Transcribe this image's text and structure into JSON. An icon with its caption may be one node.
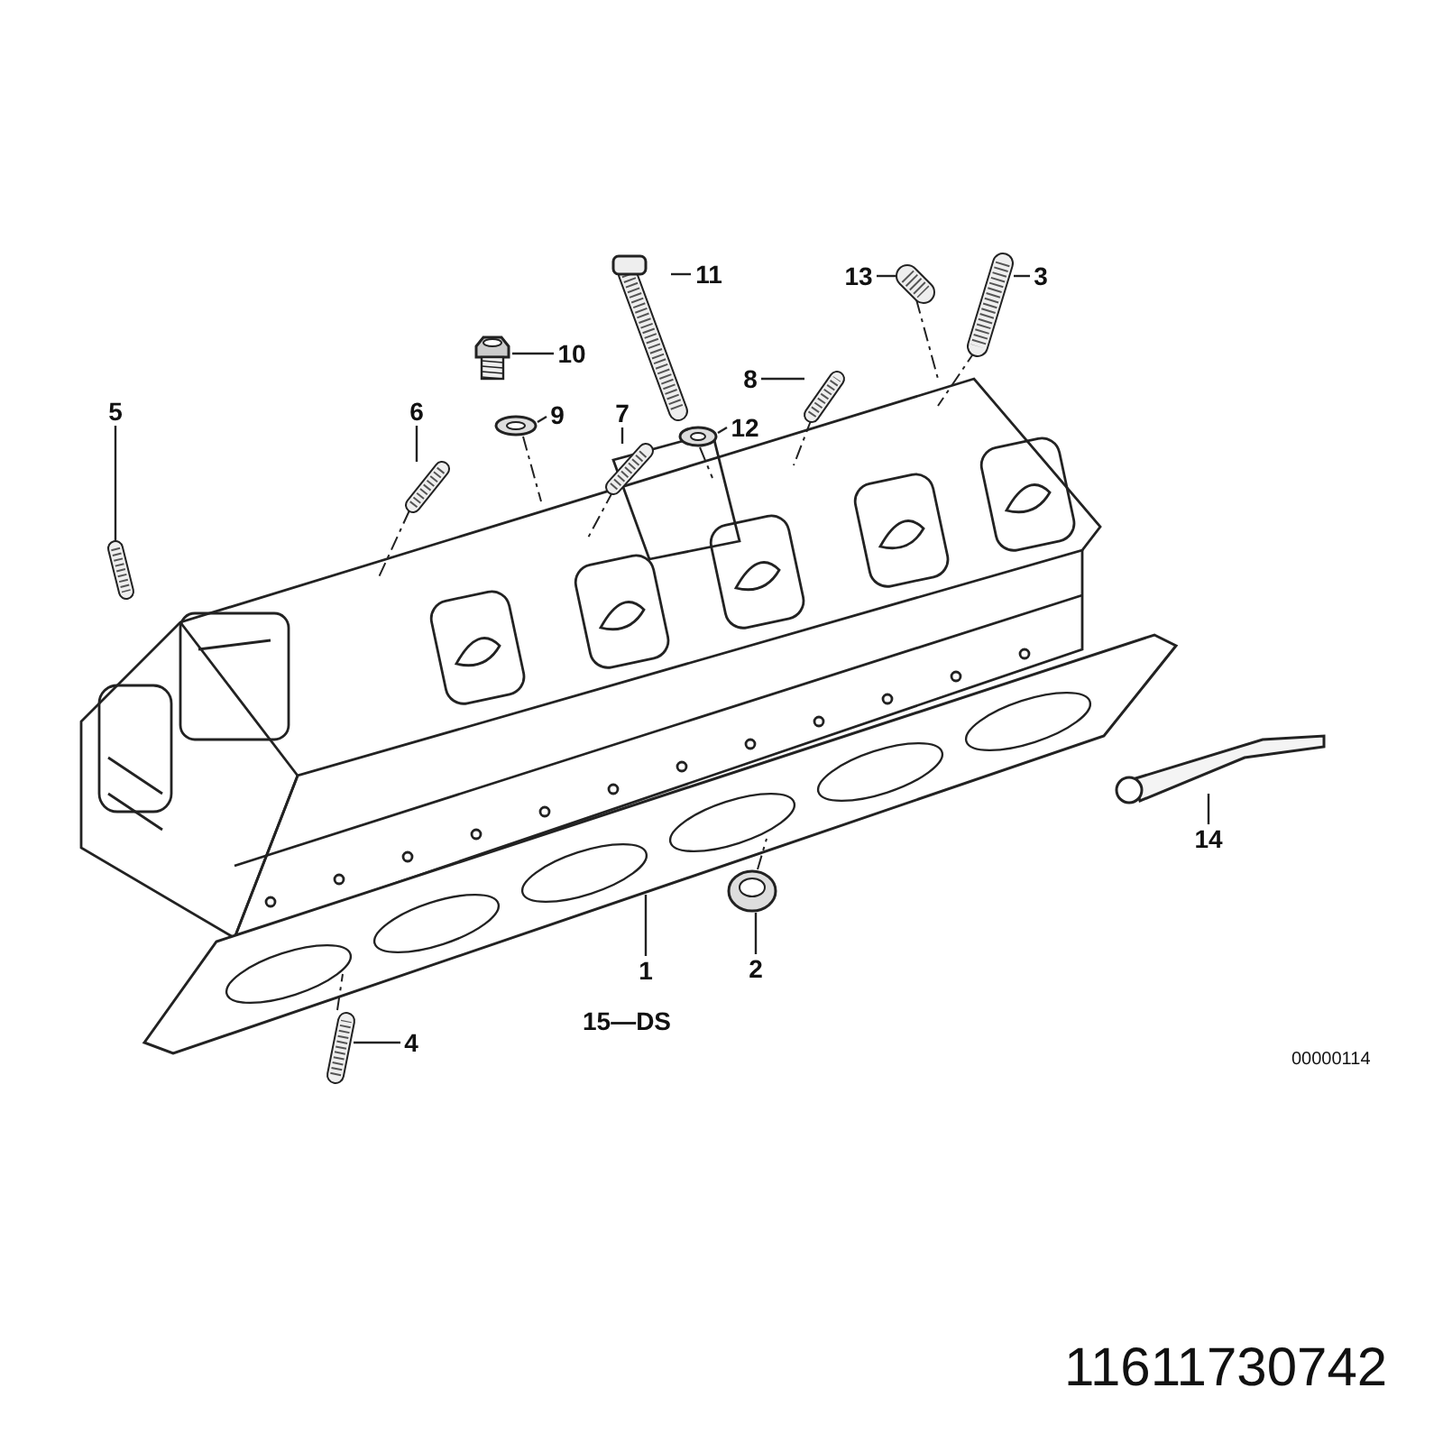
{
  "diagram": {
    "nodes": [
      {
        "text": [
          "11"
        ]
      },
      {
        "text": [
          "13"
        ]
      },
      {
        "text": [
          "3"
        ]
      },
      {
        "text": [
          "10"
        ]
      },
      {
        "text": [
          "8"
        ]
      },
      {
        "text": [
          "5"
        ]
      },
      {
        "text": [
          "6"
        ]
      },
      {
        "text": [
          "9"
        ]
      },
      {
        "text": [
          "7"
        ]
      },
      {
        "text": [
          "12"
        ]
      },
      {
        "text": [
          "14"
        ]
      },
      {
        "text": [
          "1"
        ]
      },
      {
        "text": [
          "2"
        ]
      },
      {
        "text": [
          "4"
        ]
      },
      {
        "text": [],
        "shape": "picture"
      },
      {
        "text": [],
        "shape": "picture"
      },
      {
        "text": [],
        "shape": "picture"
      },
      {
        "text": [],
        "shape": "picture"
      },
      {
        "text": [],
        "shape": "picture"
      },
      {
        "text": [],
        "shape": "picture"
      },
      {
        "text": [],
        "shape": "picture"
      },
      {
        "text": [],
        "shape": "picture"
      },
      {
        "text": [],
        "shape": "picture"
      },
      {
        "text": [],
        "shape": "picture"
      },
      {
        "text": [],
        "shape": "picture"
      },
      {
        "text": [],
        "shape": "picture"
      },
      {
        "text": [],
        "shape": "picture"
      },
      {
        "text": [],
        "shape": "picture"
      },
      {
        "text": [],
        "shape": "picture"
      }
    ],
    "edges": [
      {
        "from": 0,
        "to": 14,
        "arrow": "none"
      },
      {
        "from": 1,
        "to": 15,
        "arrow": "none"
      },
      {
        "from": 2,
        "to": 16,
        "arrow": "none"
      },
      {
        "from": 3,
        "to": 17,
        "arrow": "none"
      },
      {
        "from": 4,
        "to": 18,
        "arrow": "none"
      },
      {
        "from": 5,
        "to": 19,
        "arrow": "none"
      },
      {
        "from": 6,
        "to": 20,
        "arrow": "none"
      },
      {
        "from": 7,
        "to": 21,
        "arrow": "none"
      },
      {
        "from": 8,
        "to": 22,
        "arrow": "none"
      },
      {
        "from": 9,
        "to": 23,
        "arrow": "none"
      },
      {
        "from": 10,
        "to": 24,
        "arrow": "none"
      },
      {
        "from": 11,
        "to": 25,
        "arrow": "none"
      },
      {
        "from": 12,
        "to": 26,
        "arrow": "none"
      },
      {
        "from": 13,
        "to": 27,
        "arrow": "none"
      },
      {
        "from": 15,
        "to": 28,
        "arrow": "none",
        "style": "dashed"
      },
      {
        "from": 16,
        "to": 28,
        "arrow": "none",
        "style": "dashed"
      },
      {
        "from": 18,
        "to": 28,
        "arrow": "none",
        "style": "dashed"
      },
      {
        "from": 20,
        "to": 28,
        "arrow": "none",
        "style": "dashed"
      },
      {
        "from": 21,
        "to": 28,
        "arrow": "none",
        "style": "dashed"
      },
      {
        "from": 22,
        "to": 28,
        "arrow": "none",
        "style": "dashed"
      },
      {
        "from": 23,
        "to": 28,
        "arrow": "none",
        "style": "dashed"
      },
      {
        "from": 26,
        "to": 25,
        "arrow": "none",
        "style": "dashed"
      },
      {
        "from": 27,
        "to": 25,
        "arrow": "none",
        "style": "dashed"
      }
    ],
    "labels": [
      "15—DS",
      "00000114",
      "11611730742"
    ]
  }
}
